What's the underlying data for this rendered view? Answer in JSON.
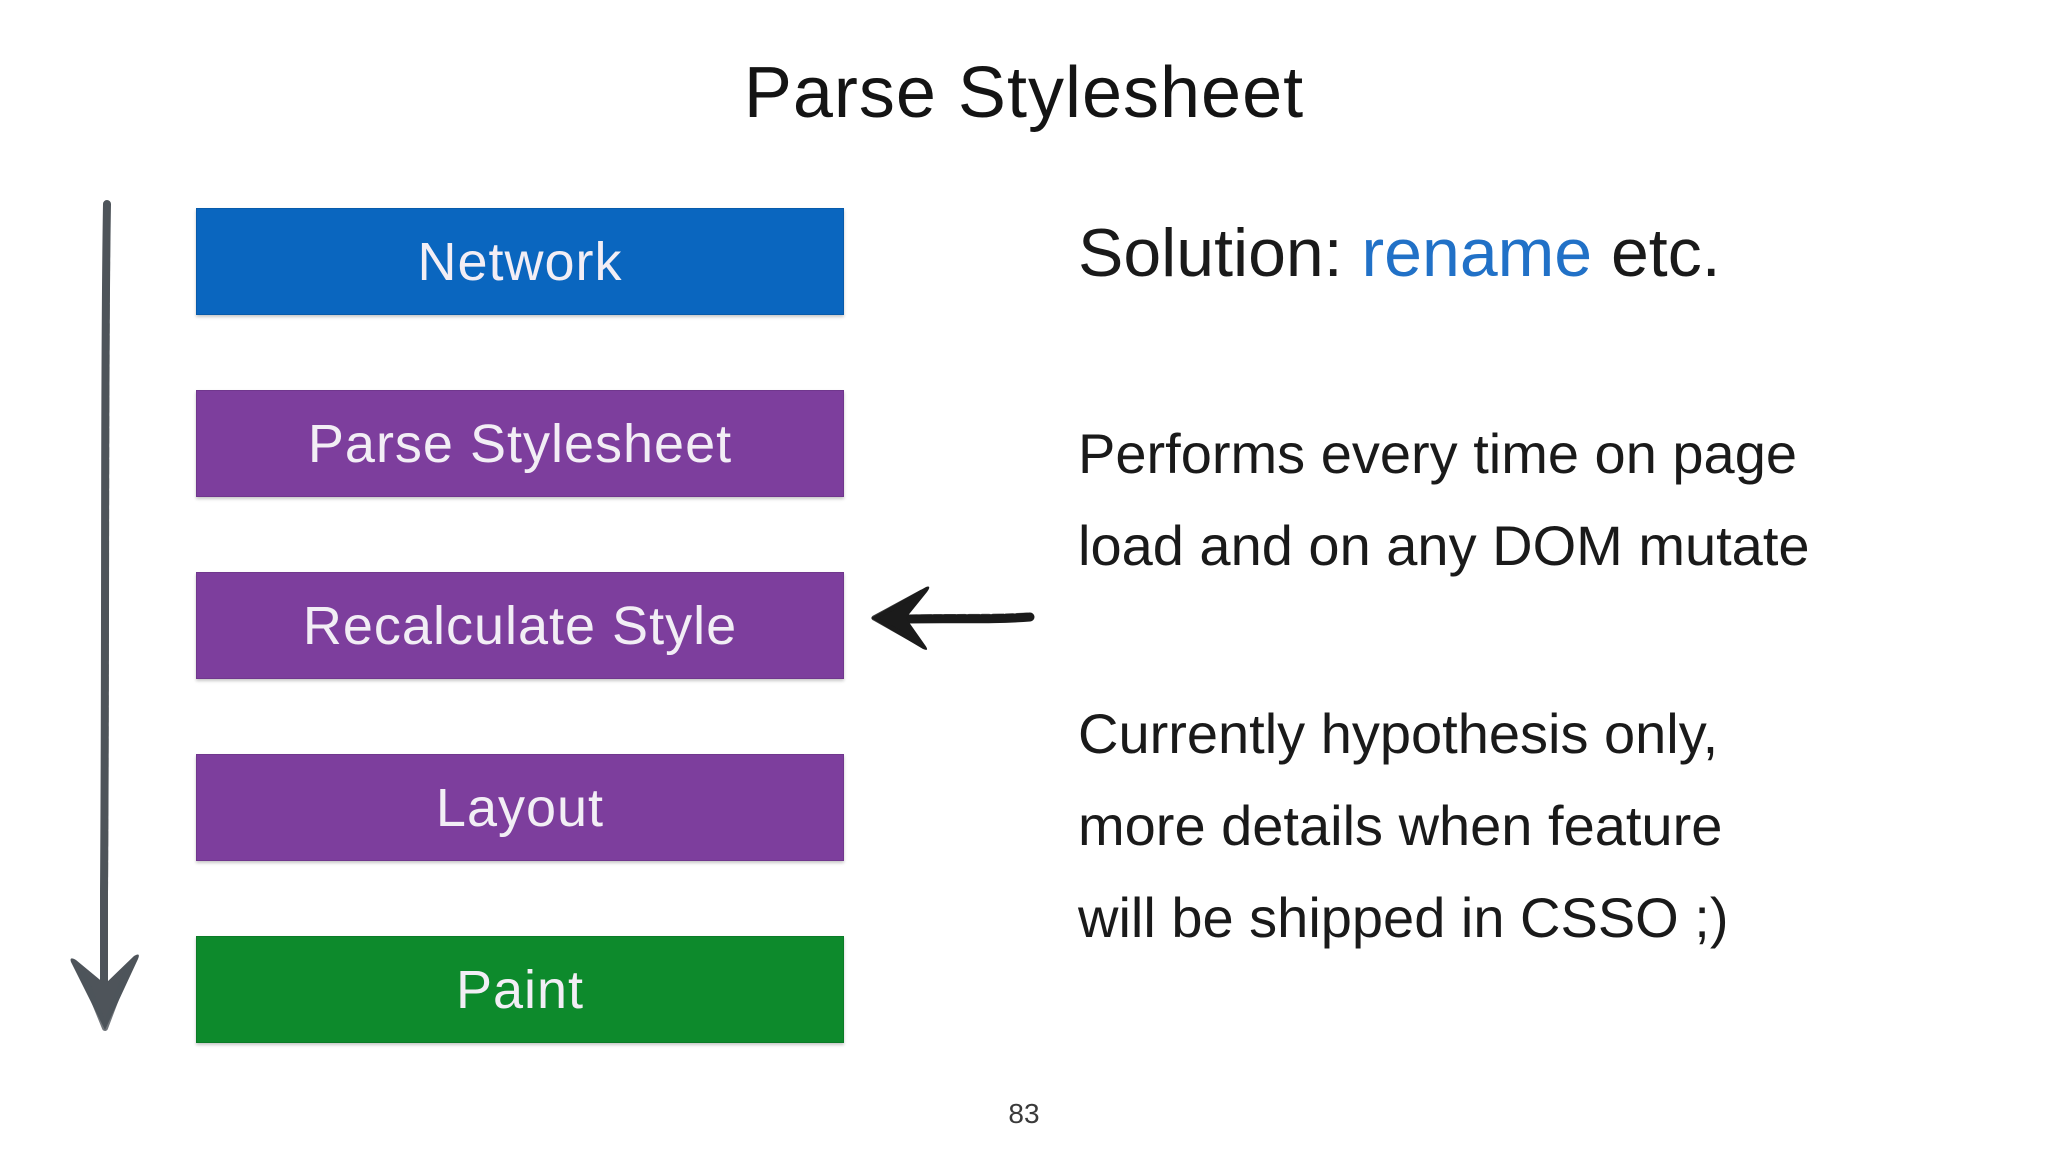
{
  "slide": {
    "title": "Parse Stylesheet",
    "page_number": "83",
    "background_color": "#ffffff"
  },
  "pipeline": {
    "steps": [
      {
        "label": "Network",
        "color": "#0a66bf"
      },
      {
        "label": "Parse Stylesheet",
        "color": "#7d3e9d"
      },
      {
        "label": "Recalculate Style",
        "color": "#7d3e9d"
      },
      {
        "label": "Layout",
        "color": "#7d3e9d"
      },
      {
        "label": "Paint",
        "color": "#0d8a2c"
      }
    ],
    "label_color": "#f2eef5"
  },
  "arrows": {
    "down_arrow_color": "#4e545a",
    "pointer_arrow_color": "#1b1b1b"
  },
  "notes": {
    "solution": {
      "prefix": "Solution: ",
      "keyword": "rename",
      "suffix": " etc.",
      "keyword_color": "#2171c7"
    },
    "performs": {
      "lines": [
        "Performs every time on page",
        "load and on any DOM mutate"
      ]
    },
    "status": {
      "lines": [
        "Currently hypothesis only,",
        "more details when feature",
        "will be shipped in CSSO ;)"
      ]
    }
  }
}
